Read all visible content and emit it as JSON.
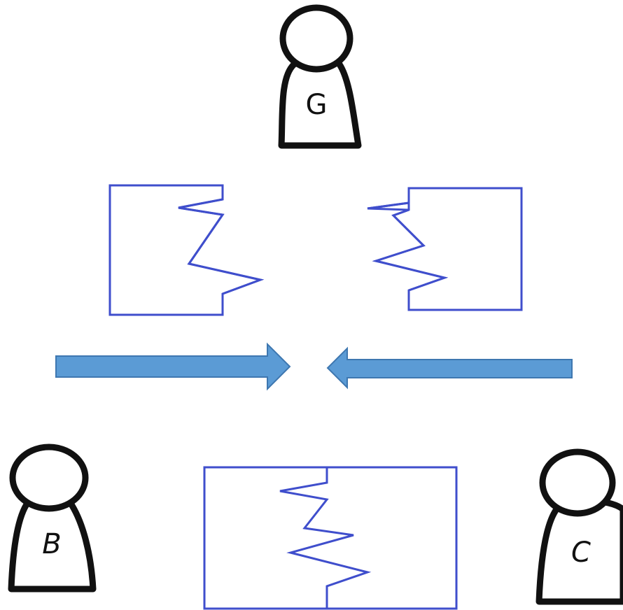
{
  "people": [
    {
      "id": "G",
      "label": "G"
    },
    {
      "id": "B",
      "label": "B"
    },
    {
      "id": "C",
      "label": "C"
    }
  ],
  "colors": {
    "piece_stroke": "#3f4ecc",
    "arrow_fill": "#5b9bd5",
    "figure_stroke": "#111111"
  },
  "icons": {
    "person": "person-icon",
    "arrow_right": "arrow-right-icon",
    "arrow_left": "arrow-left-icon",
    "left_half": "puzzle-half-left-icon",
    "right_half": "puzzle-half-right-icon",
    "joined": "joined-puzzle-icon"
  }
}
